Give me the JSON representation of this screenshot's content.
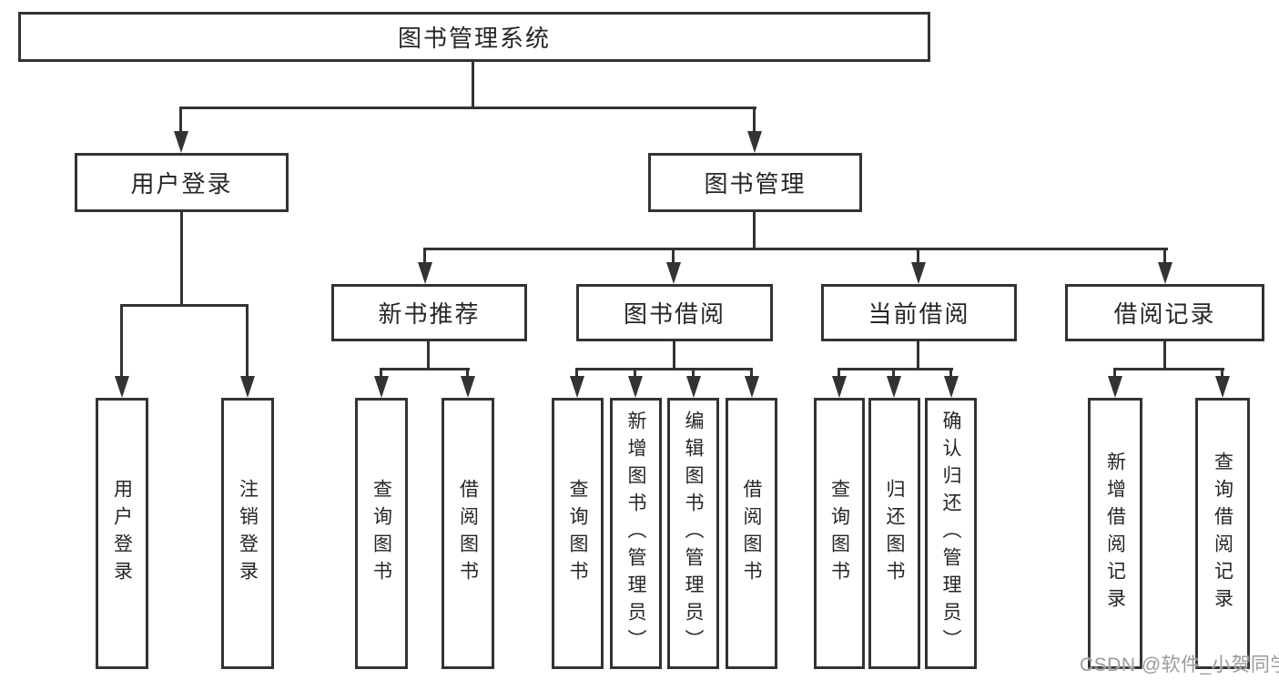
{
  "tree": {
    "root": {
      "label": "图书管理系统"
    },
    "level2": [
      {
        "id": "user-login",
        "label": "用户登录"
      },
      {
        "id": "book-management",
        "label": "图书管理"
      }
    ],
    "level3": [
      {
        "id": "new-book-recommend",
        "parent": "图书管理",
        "label": "新书推荐"
      },
      {
        "id": "book-borrow",
        "parent": "图书管理",
        "label": "图书借阅"
      },
      {
        "id": "current-borrow",
        "parent": "图书管理",
        "label": "当前借阅"
      },
      {
        "id": "borrow-records",
        "parent": "图书管理",
        "label": "借阅记录"
      }
    ],
    "leaves": [
      {
        "parent": "用户登录",
        "label": "用户登录"
      },
      {
        "parent": "用户登录",
        "label": "注销登录"
      },
      {
        "parent": "新书推荐",
        "label": "查询图书"
      },
      {
        "parent": "新书推荐",
        "label": "借阅图书"
      },
      {
        "parent": "图书借阅",
        "label": "查询图书"
      },
      {
        "parent": "图书借阅",
        "label": "新增图书（管理员）"
      },
      {
        "parent": "图书借阅",
        "label": "编辑图书（管理员）"
      },
      {
        "parent": "图书借阅",
        "label": "借阅图书"
      },
      {
        "parent": "当前借阅",
        "label": "查询图书"
      },
      {
        "parent": "当前借阅",
        "label": "归还图书"
      },
      {
        "parent": "当前借阅",
        "label": "确认归还（管理员）"
      },
      {
        "parent": "借阅记录",
        "label": "新增借阅记录"
      },
      {
        "parent": "借阅记录",
        "label": "查询借阅记录"
      }
    ]
  },
  "watermark": {
    "text": "CSDN @软件_小贺同学"
  },
  "colors": {
    "line": "#333333",
    "text": "#262626",
    "watermark": "#9b9b9b",
    "background": "#ffffff"
  }
}
